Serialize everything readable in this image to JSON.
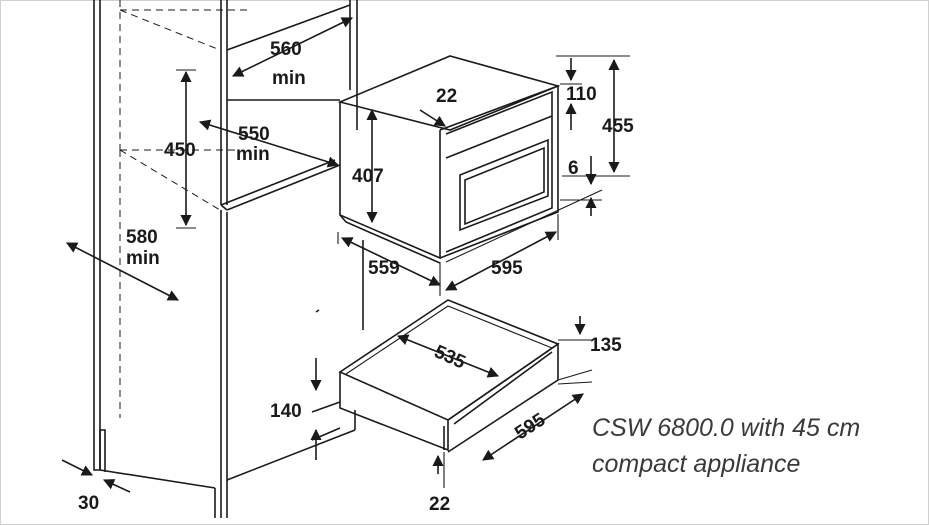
{
  "caption": {
    "line1": "CSW 6800.0 with 45 cm",
    "line2": "compact appliance"
  },
  "dimensions": {
    "niche_width": "560",
    "niche_width_unit": "min",
    "niche_height": "450",
    "niche_depth": "550",
    "niche_depth_unit": "min",
    "cabinet_depth": "580",
    "cabinet_depth_unit": "min",
    "plinth_offset": "30",
    "oven_front_offset": "22",
    "oven_height": "407",
    "oven_depth": "559",
    "oven_width": "595",
    "oven_top_gap": "110",
    "oven_total_height": "455",
    "oven_bottom_gap": "6",
    "drawer_depth": "535",
    "drawer_height": "135",
    "drawer_niche_height": "140",
    "drawer_width": "595",
    "drawer_front_offset": "22"
  },
  "colors": {
    "line": "#1a1a1a",
    "caption": "#3a3a3a",
    "background": "#ffffff"
  }
}
